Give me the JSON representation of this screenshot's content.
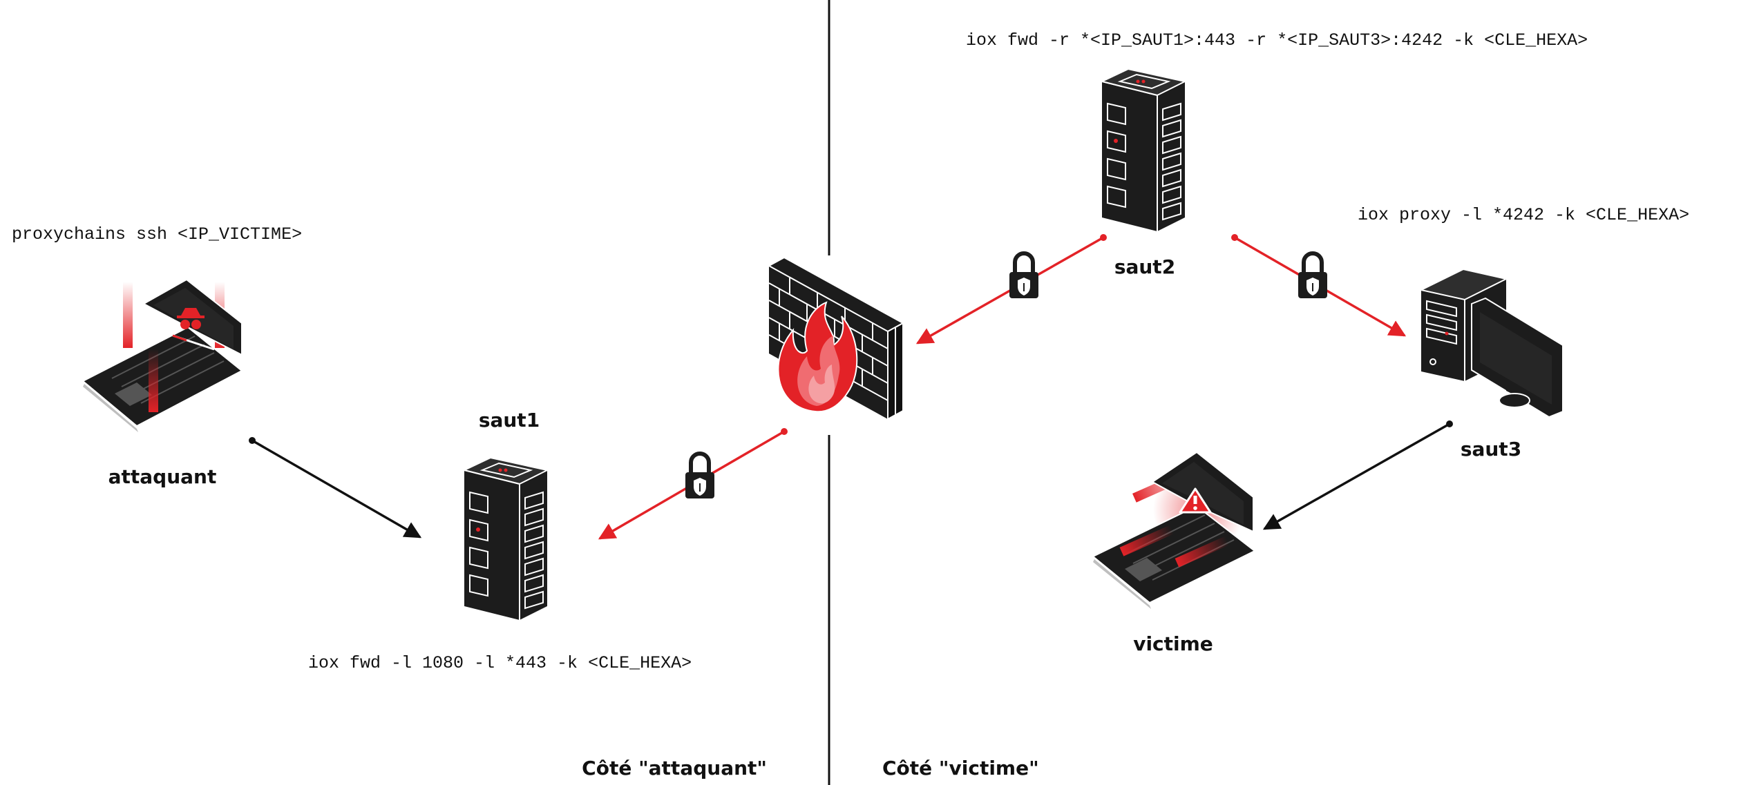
{
  "nodes": {
    "attacker": {
      "label": "attaquant",
      "command": "proxychains ssh <IP_VICTIME>"
    },
    "saut1": {
      "label": "saut1",
      "command": "iox fwd -l 1080 -l *443 -k <CLE_HEXA>"
    },
    "saut2": {
      "label": "saut2",
      "command": "iox fwd -r *<IP_SAUT1>:443 -r *<IP_SAUT3>:4242 -k <CLE_HEXA>"
    },
    "saut3": {
      "label": "saut3",
      "command": "iox proxy -l *4242 -k <CLE_HEXA>"
    },
    "victim": {
      "label": "victime"
    }
  },
  "sides": {
    "attacker": "Côté \"attaquant\"",
    "victim": "Côté \"victime\""
  },
  "icons": {
    "attacker": "hacker-laptop-icon",
    "saut1": "server-rack-icon",
    "saut2": "server-rack-icon",
    "saut3": "desktop-computer-icon",
    "victim": "alert-laptop-icon",
    "firewall": "firewall-icon",
    "lock": "padlock-icon"
  },
  "connections": [
    {
      "from": "attaquant",
      "to": "saut1",
      "encrypted": false
    },
    {
      "from": "firewall",
      "to": "saut1",
      "encrypted": true
    },
    {
      "from": "saut2",
      "to": "firewall",
      "encrypted": true
    },
    {
      "from": "saut2",
      "to": "saut3",
      "encrypted": true
    },
    {
      "from": "saut3",
      "to": "victime",
      "encrypted": false
    }
  ],
  "colors": {
    "accent": "#e32227",
    "dark": "#1c1c1c",
    "line": "#111111"
  }
}
